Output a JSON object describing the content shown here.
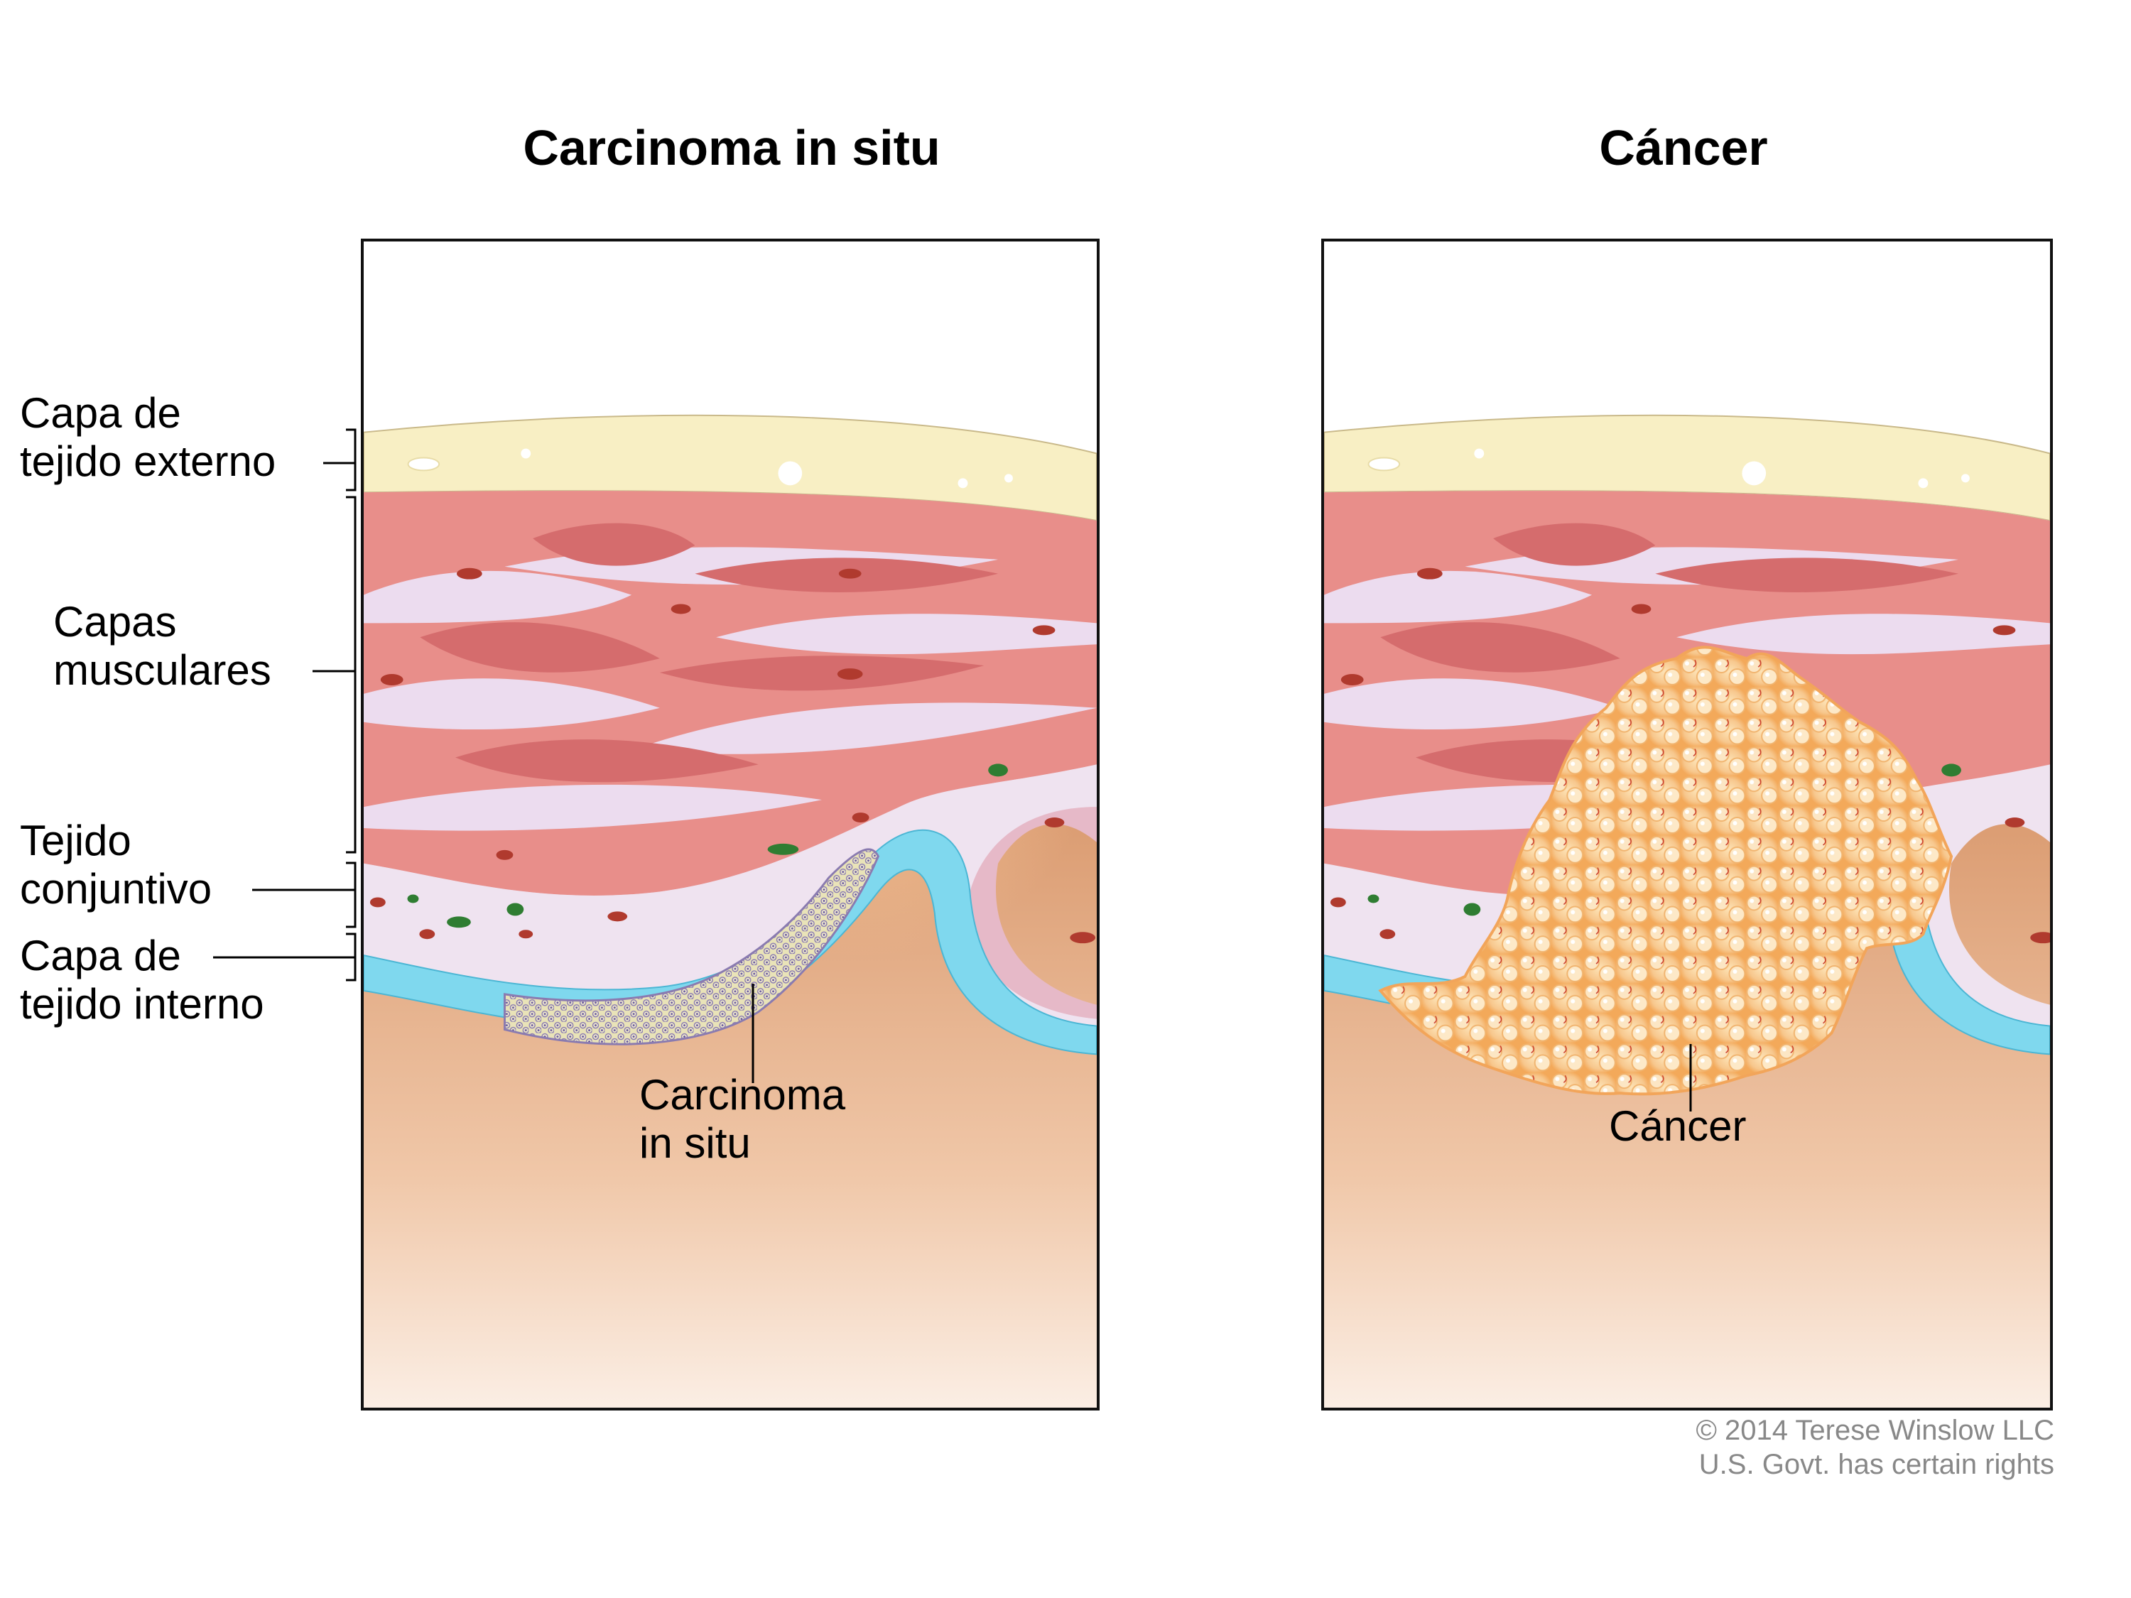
{
  "titles": {
    "left": "Carcinoma in situ",
    "right": "Cáncer"
  },
  "layer_labels": {
    "outer": [
      "Capa de",
      "tejido externo"
    ],
    "muscle": [
      "Capas",
      "musculares"
    ],
    "connective": [
      "Tejido",
      "conjuntivo"
    ],
    "inner": [
      "Capa de",
      "tejido interno"
    ]
  },
  "callouts": {
    "carcinoma": [
      "Carcinoma",
      "in situ"
    ],
    "cancer": "Cáncer"
  },
  "credit": [
    "© 2014 Terese Winslow LLC",
    "U.S. Govt. has certain rights"
  ],
  "colors": {
    "outer_layer": "#f8efc4",
    "muscle": "#e88e8a",
    "muscle_dark": "#d56c6d",
    "connective": "#efe3f0",
    "inner_layer": "#7fd8ee",
    "lumen": "#c98a5e",
    "tumor": "#f5c58c",
    "blood_cell": "#b03a2e",
    "green_cell": "#2f7d32"
  }
}
